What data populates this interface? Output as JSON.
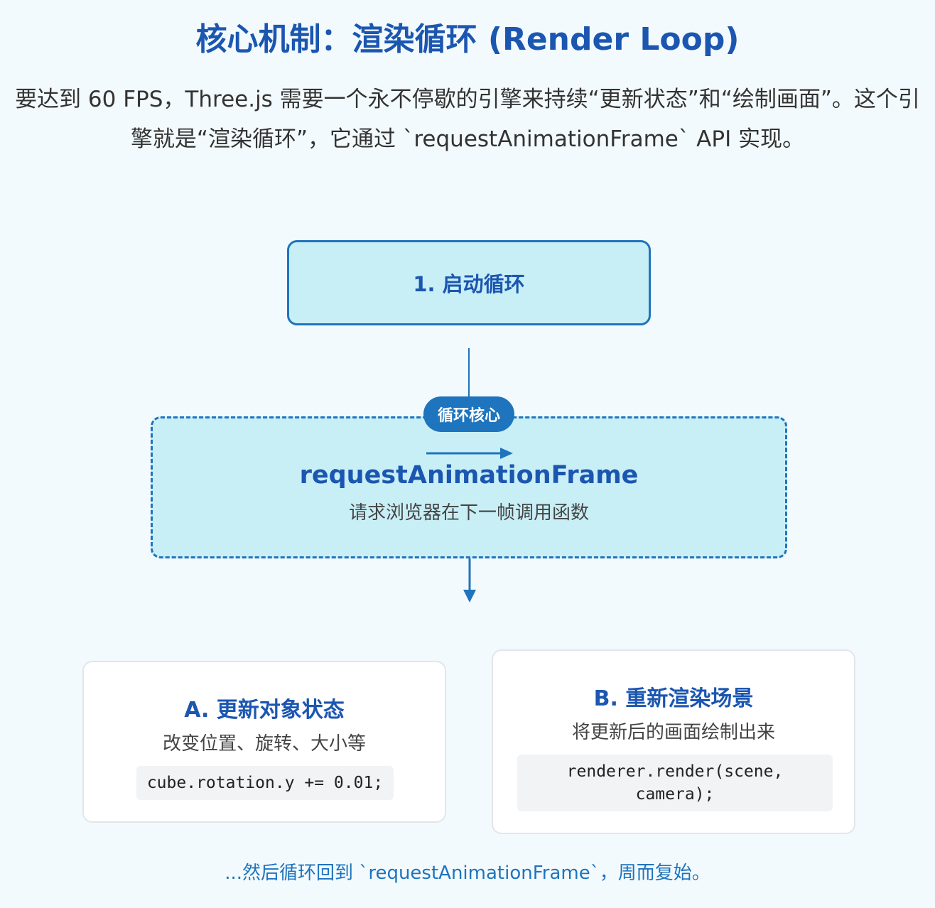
{
  "title": "核心机制：渲染循环 (Render Loop)",
  "intro": "要达到 60 FPS，Three.js 需要一个永不停歇的引擎来持续“更新状态”和“绘制画面”。这个引擎就是“渲染循环”，它通过 `requestAnimationFrame` API 实现。",
  "start_step": {
    "label": "1. 启动循环"
  },
  "core": {
    "badge": "循环核心",
    "title": "requestAnimationFrame",
    "subtitle": "请求浏览器在下一帧调用函数"
  },
  "card_a": {
    "title": "A. 更新对象状态",
    "desc": "改变位置、旋转、大小等",
    "code": "cube.rotation.y += 0.01;"
  },
  "card_b": {
    "title": "B. 重新渲染场景",
    "desc": "将更新后的画面绘制出来",
    "code": "renderer.render(scene, camera);"
  },
  "footer": "...然后循环回到 `requestAnimationFrame`，周而复始。",
  "colors": {
    "accent": "#1b56b0",
    "border": "#1e74bd",
    "box_fill": "#c9eff6",
    "background": "#f3fafd"
  }
}
